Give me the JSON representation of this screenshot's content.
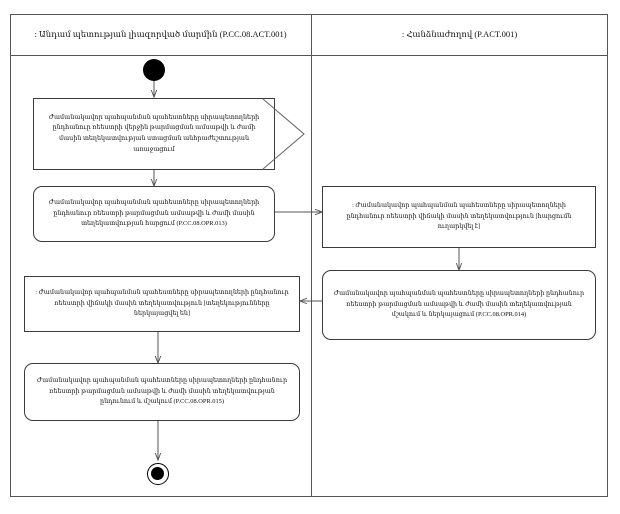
{
  "diagram": {
    "type": "uml-activity-diagram-with-swimlanes",
    "lanes": [
      {
        "id": "left",
        "title": ": Անդամ պետության լիազորված մարմին (P.CC.08.ACT.001)"
      },
      {
        "id": "right",
        "title": ": Հանձնաժողով (P.ACT.001)"
      }
    ],
    "nodes": [
      {
        "id": "n1",
        "lane": "left",
        "shape": "rectangle-with-chevron",
        "text": "Ժամանակավոր պահպանման պահեստները սիրապետողների ընդհանուր ռեեստրի վերջին թարմացման ամսաթվի և ժամի մասին տեղեկատվության ստացման անհրաժեշտության առաջացում"
      },
      {
        "id": "n2",
        "lane": "left",
        "shape": "rounded-rectangle",
        "text": "Ժամանակավոր պահպանման պահեստները սիրապետողների ընդհանուր ռեեստրի թարմացման ամսաթվի և ժամի մասին տեղեկատվության հարցում (P.CC.08.OPR.013)"
      },
      {
        "id": "n3",
        "lane": "right",
        "shape": "rectangle",
        "text": ": Ժամանակավոր պահպանման պահեստները սիրապետողների ընդհանուր ռեեստրի վիճակի մասին տեղեկատվություն [հարցումն ուղարկվել է]"
      },
      {
        "id": "n4",
        "lane": "right",
        "shape": "rounded-rectangle",
        "text": "Ժամանակավոր պահպանման պահեստները սիրապետողների ընդհանուր ռեեստրի թարմացման ամսաթվի և ժամի մասին տեղեկատվության մշակում և ներկայացում (P.CC.08.OPR.014)"
      },
      {
        "id": "n5",
        "lane": "left",
        "shape": "rectangle",
        "text": ": Ժամանակավոր պահպանման պահեստները սիրապետողների ընդհանուր ռեեստրի վիճակի մասին տեղեկատվություն [տեղեկությունները ներկայացվել են]"
      },
      {
        "id": "n6",
        "lane": "left",
        "shape": "rounded-rectangle",
        "text": "Ժամանակավոր պահպանման պահեստները սիրապետողների ընդհանուր ռեեստրի թարմացման ամսաթվի և ժամի մասին տեղեկատվության ընդունում և մշակում (P.CC.08.OPR.015)"
      }
    ],
    "control_nodes": [
      {
        "id": "start",
        "kind": "initial-node",
        "lane": "left"
      },
      {
        "id": "end",
        "kind": "activity-final-node",
        "lane": "left"
      }
    ],
    "flows": [
      {
        "from": "start",
        "to": "n1"
      },
      {
        "from": "n1",
        "to": "n2"
      },
      {
        "from": "n2",
        "to": "n3",
        "crosses_lane": true
      },
      {
        "from": "n3",
        "to": "n4"
      },
      {
        "from": "n4",
        "to": "n5",
        "crosses_lane": true
      },
      {
        "from": "n5",
        "to": "n6"
      },
      {
        "from": "n6",
        "to": "end"
      }
    ],
    "colors": {
      "background": "#ffffff",
      "frame_stroke": "#555555",
      "node_stroke": "#3a3a3a",
      "edge_stroke": "#555555",
      "text": "#111111",
      "control_node_fill": "#000000"
    }
  }
}
